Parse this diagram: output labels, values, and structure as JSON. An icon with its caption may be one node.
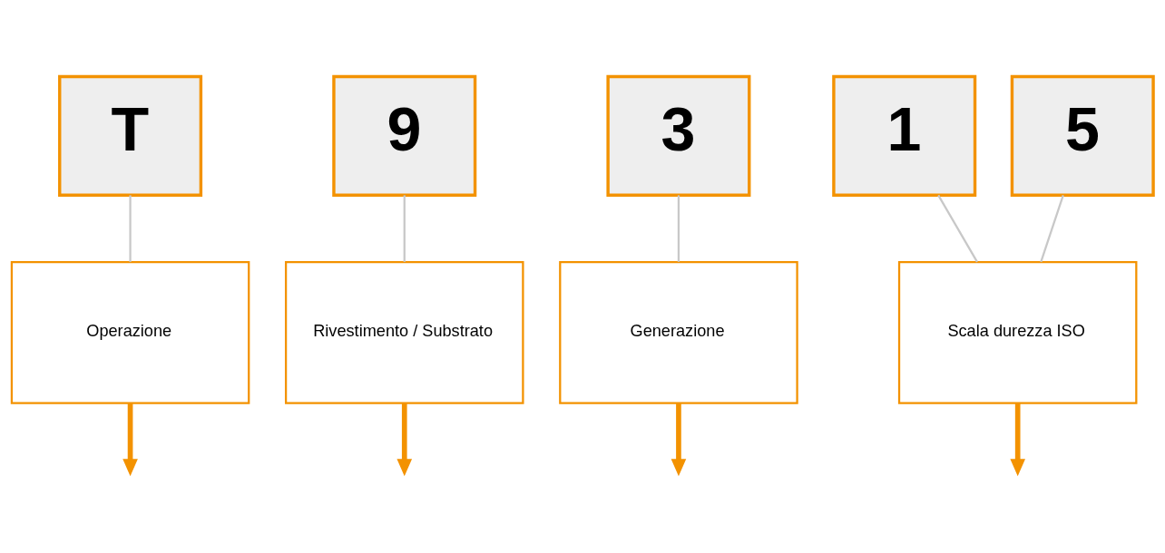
{
  "diagram": {
    "nodes": [
      {
        "text": [
          "T"
        ]
      },
      {
        "text": [
          "9"
        ]
      },
      {
        "text": [
          "3"
        ]
      },
      {
        "text": [
          "1"
        ]
      },
      {
        "text": [
          "5"
        ]
      },
      {
        "text": [
          "Operazione"
        ]
      },
      {
        "text": [
          "Rivestimento / Substrato"
        ]
      },
      {
        "text": [
          "Generazione"
        ]
      },
      {
        "text": [
          "Scala durezza ISO"
        ]
      }
    ],
    "edges": [
      {
        "from": 0,
        "to": 5,
        "arrow": "none"
      },
      {
        "from": 1,
        "to": 6,
        "arrow": "none"
      },
      {
        "from": 2,
        "to": 7,
        "arrow": "none"
      },
      {
        "from": 3,
        "to": 8,
        "arrow": "none"
      },
      {
        "from": 4,
        "to": 8,
        "arrow": "none"
      },
      {
        "from": 5,
        "to": null,
        "arrow": "to",
        "style": "thick",
        "color": "#f39200"
      },
      {
        "from": 6,
        "to": null,
        "arrow": "to",
        "style": "thick",
        "color": "#f39200"
      },
      {
        "from": 7,
        "to": null,
        "arrow": "to",
        "style": "thick",
        "color": "#f39200"
      },
      {
        "from": 8,
        "to": null,
        "arrow": "to",
        "style": "thick",
        "color": "#f39200"
      }
    ]
  }
}
